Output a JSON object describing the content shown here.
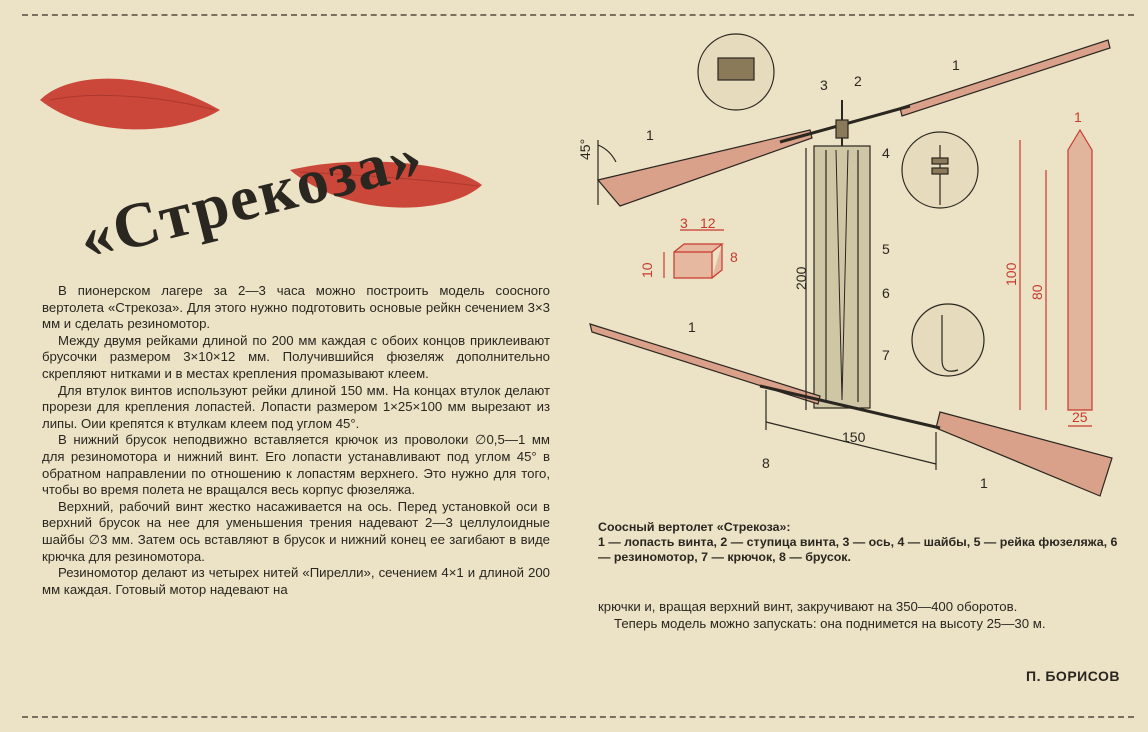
{
  "title": "«Стрекоза»",
  "article": {
    "paragraphs": [
      "В пионерском лагере за 2—3 часа можно построить модель соосного вертолета «Стрекоза». Для этого нужно подготовить основые рейкн сечением 3×3 мм и сделать резиномотор.",
      "Между двумя рейками длиной по 200 мм каждая с обоих концов приклеивают брусочки размером 3×10×12 мм. Получившийся фюзеляж дополнительно скрепляют нитками и в местах крепления промазывают клеем.",
      "Для втулок винтов используют рейки длиной 150 мм. На концах втулок делают прорези для крепления лопастей. Лопасти размером 1×25×100 мм вырезают из липы. Оии крепятся к втулкам клеем под углом 45°.",
      "В нижний брусок неподвижно вставляется крючок из проволоки ∅0,5—1 мм для резиномотора и нижний винт. Его лопасти устанавливают под углом 45° в обратном направлении по отношению к лопастям верхнего. Это нужно для того, чтобы во время полета не вращался весь корпус фюзеляжа.",
      "Верхний, рабочий винт жестко насаживается на ось. Перед установкой оси в верхний брусок на нее для уменьшения трения надевают 2—3 целлулоидные шайбы ∅3 мм. Затем ось вставляют в брусок и нижний конец ее загибают в виде крючка для резиномотора.",
      "Резиномотор делают из четырех нитей «Пирелли», сечением 4×1 и длиной 200 мм каждая. Готовый мотор надевают на"
    ],
    "continuation": [
      "крючки и, вращая верхний винт, закручивают на 350—400 оборотов.",
      "Теперь модель можно запускать: она поднимется на высоту 25—30 м."
    ],
    "author": "П. БОРИСОВ"
  },
  "caption": {
    "title": "Соосный вертолет «Стрекоза»:",
    "text": "1 — лопасть винта, 2 — ступица винта, 3 — ось, 4 — шайбы, 5 — рейка фюзеляжа, 6 — резиномотор, 7 — крючок, 8 — брусок."
  },
  "drawing": {
    "labels": {
      "n1a": "1",
      "n1b": "1",
      "n1c": "1",
      "n1d": "1",
      "n1e": "1",
      "n2": "2",
      "n3": "3",
      "n4": "4",
      "n5": "5",
      "n6": "6",
      "n7": "7",
      "n8a": "8",
      "n8b": "8",
      "angle": "45°",
      "dim200": "200",
      "dim150": "150",
      "dim100": "100",
      "dim80": "80",
      "dim25": "25",
      "dim3": "3",
      "dim12": "12",
      "dim10": "10"
    }
  },
  "colors": {
    "paper": "#ece3c6",
    "red": "#c8392e",
    "ink": "#2a2620"
  }
}
